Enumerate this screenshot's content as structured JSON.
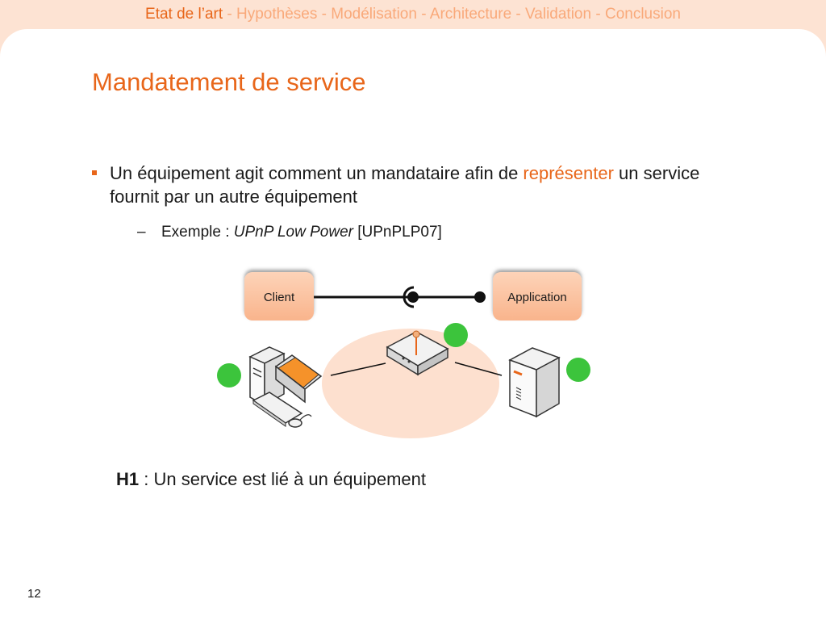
{
  "header": {
    "nav_current": "Etat de l’art",
    "nav_separator": " - ",
    "nav_items": [
      "Hypothèses",
      "Modélisation",
      "Architecture",
      "Validation",
      "Conclusion"
    ]
  },
  "slide": {
    "title": "Mandatement de service",
    "bullet": {
      "text_before": "Un équipement agit comment un mandataire afin de ",
      "highlight": "représenter",
      "text_after": " un service fournit par un autre équipement"
    },
    "sub_bullet": {
      "dash": "–",
      "prefix": "Exemple : ",
      "italic": "UPnP Low Power",
      "suffix": " [UPnPLP07]"
    },
    "diagram": {
      "client_label": "Client",
      "application_label": "Application"
    },
    "hypothesis": {
      "label": "H1",
      "text": " : Un service est lié à un équipement"
    },
    "page_number": "12"
  },
  "colors": {
    "accent": "#e8661a",
    "accent_light": "#f9a97a",
    "band": "#fde3d3",
    "status_green": "#3cc43c",
    "service_box": "#fbc4a2"
  }
}
